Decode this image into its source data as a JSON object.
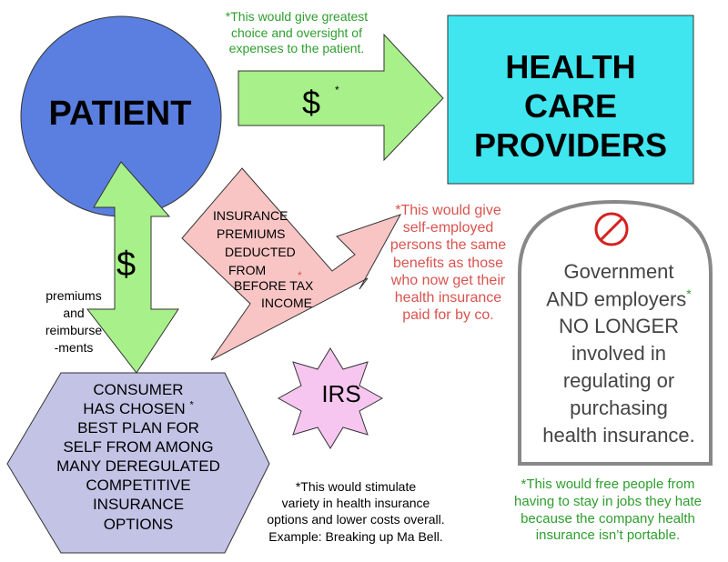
{
  "patient": {
    "label": "PATIENT"
  },
  "providers": {
    "lines": [
      "HEALTH",
      "CARE",
      "PROVIDERS"
    ]
  },
  "top_note": "*This would give greatest choice and oversight of expenses to the patient.",
  "payment_arrow": {
    "symbol": "$",
    "mark": "*"
  },
  "vertical_arrow": {
    "symbol": "$",
    "caption": [
      "premiums",
      "and",
      "reimburse",
      "-ments"
    ]
  },
  "insurance_box": {
    "lines": [
      "INSURANCE",
      "PREMIUMS",
      "DEDUCTED",
      "FROM",
      "BEFORE TAX",
      "INCOME"
    ],
    "mark": "*"
  },
  "self_employed_note": "*This would give self-employed persons the same benefits as those who now get their health insurance paid for by co.",
  "irs": {
    "label": "IRS"
  },
  "consumer": {
    "lines": [
      "CONSUMER",
      "HAS CHOSEN",
      "BEST PLAN FOR",
      "SELF FROM AMONG",
      "MANY DEREGULATED",
      "COMPETITIVE",
      "INSURANCE",
      "OPTIONS"
    ],
    "mark": "*"
  },
  "stimulate_note": [
    "*This would stimulate",
    "variety in health insurance",
    "options and lower costs overall.",
    "Example: Breaking up Ma Bell."
  ],
  "government": {
    "lines": [
      "Government",
      "AND employers",
      "NO LONGER",
      "involved in",
      "regulating or",
      "purchasing",
      "health insurance."
    ],
    "mark": "*",
    "icon": "no-symbol-icon"
  },
  "free_note": [
    "*This would free people from",
    "having to stay in jobs they hate",
    "because the company health",
    "insurance isn’t portable."
  ],
  "colors": {
    "patient": "#5b7fe0",
    "providers": "#3fe6f0",
    "arrow": "#a8f08a",
    "insurance": "#f8c4c4",
    "irs": "#f6c6f0",
    "consumer": "#c3c3e6",
    "note_green": "#2e9e2e",
    "note_red": "#d9534f"
  }
}
